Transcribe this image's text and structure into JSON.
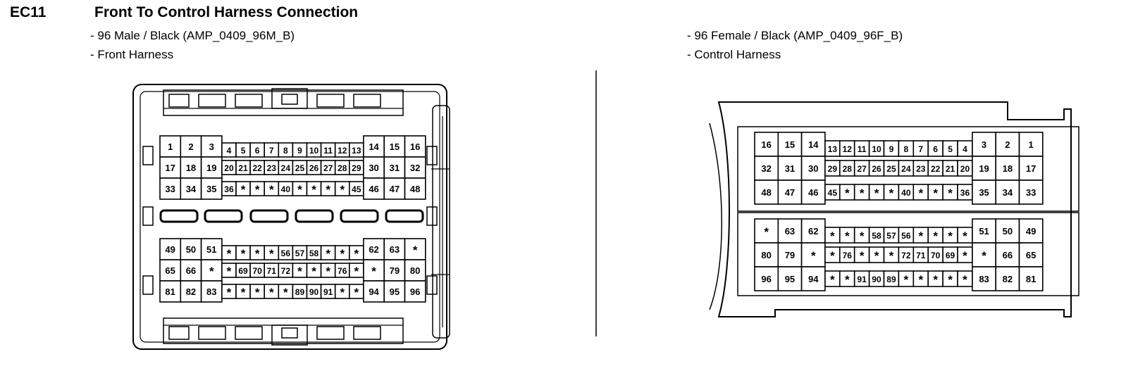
{
  "header": {
    "code": "EC11",
    "title": "Front To Control Harness Connection"
  },
  "male": {
    "type": "- 96 Male / Black (AMP_0409_96M_B)",
    "harness": "- Front Harness",
    "rows": [
      [
        "1",
        "2",
        "3",
        "4",
        "5",
        "6",
        "7",
        "8",
        "9",
        "10",
        "11",
        "12",
        "13",
        "14",
        "15",
        "16"
      ],
      [
        "17",
        "18",
        "19",
        "20",
        "21",
        "22",
        "23",
        "24",
        "25",
        "26",
        "27",
        "28",
        "29",
        "30",
        "31",
        "32"
      ],
      [
        "33",
        "34",
        "35",
        "36",
        "*",
        "*",
        "*",
        "40",
        "*",
        "*",
        "*",
        "*",
        "45",
        "46",
        "47",
        "48"
      ],
      [
        "49",
        "50",
        "51",
        "*",
        "*",
        "*",
        "*",
        "56",
        "57",
        "58",
        "*",
        "*",
        "*",
        "62",
        "63",
        "*"
      ],
      [
        "65",
        "66",
        "*",
        "*",
        "69",
        "70",
        "71",
        "72",
        "*",
        "*",
        "*",
        "76",
        "*",
        "*",
        "79",
        "80"
      ],
      [
        "81",
        "82",
        "83",
        "*",
        "*",
        "*",
        "*",
        "*",
        "89",
        "90",
        "91",
        "*",
        "*",
        "94",
        "95",
        "96"
      ]
    ]
  },
  "female": {
    "type": "- 96 Female / Black (AMP_0409_96F_B)",
    "harness": "- Control Harness",
    "rows": [
      [
        "16",
        "15",
        "14",
        "13",
        "12",
        "11",
        "10",
        "9",
        "8",
        "7",
        "6",
        "5",
        "4",
        "3",
        "2",
        "1"
      ],
      [
        "32",
        "31",
        "30",
        "29",
        "28",
        "27",
        "26",
        "25",
        "24",
        "23",
        "22",
        "21",
        "20",
        "19",
        "18",
        "17"
      ],
      [
        "48",
        "47",
        "46",
        "45",
        "*",
        "*",
        "*",
        "*",
        "40",
        "*",
        "*",
        "*",
        "36",
        "35",
        "34",
        "33"
      ],
      [
        "*",
        "63",
        "62",
        "*",
        "*",
        "*",
        "58",
        "57",
        "56",
        "*",
        "*",
        "*",
        "*",
        "51",
        "50",
        "49"
      ],
      [
        "80",
        "79",
        "*",
        "*",
        "76",
        "*",
        "*",
        "*",
        "72",
        "71",
        "70",
        "69",
        "*",
        "*",
        "66",
        "65"
      ],
      [
        "96",
        "95",
        "94",
        "*",
        "*",
        "91",
        "90",
        "89",
        "*",
        "*",
        "*",
        "*",
        "*",
        "83",
        "82",
        "81"
      ]
    ]
  }
}
